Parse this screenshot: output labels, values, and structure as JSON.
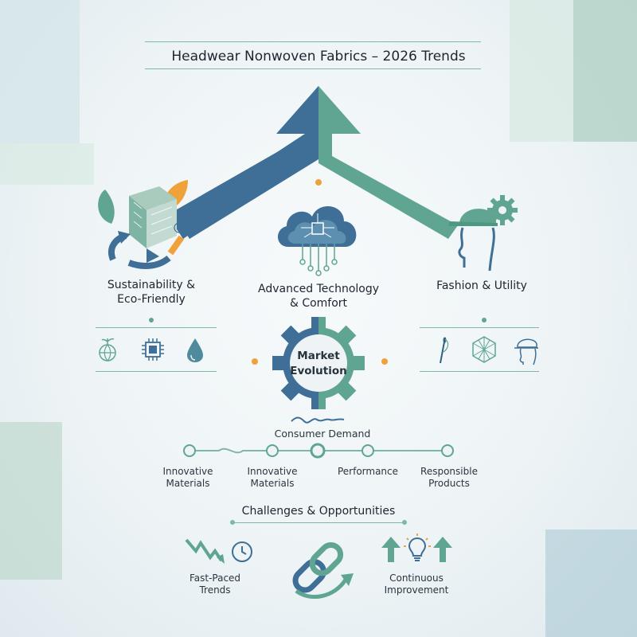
{
  "title": "Headwear Nonwoven Fabrics – 2026 Trends",
  "pillars": [
    {
      "line1": "Sustainability &",
      "line2": "Eco-Friendly"
    },
    {
      "line1": "Advanced Technology",
      "line2": "& Comfort"
    },
    {
      "line1": "Fashion & Utility",
      "line2": ""
    }
  ],
  "center": {
    "line1": "Market",
    "line2": "Evolution"
  },
  "consumer_demand": {
    "label": "Consumer Demand",
    "nodes": [
      {
        "line1": "Innovative",
        "line2": "Materials"
      },
      {
        "line1": "Innovative",
        "line2": "Materials"
      },
      {
        "line1": "Performance",
        "line2": ""
      },
      {
        "line1": "Responsible",
        "line2": "Products"
      }
    ]
  },
  "challenges": {
    "title": "Challenges & Opportunities",
    "items": [
      {
        "line1": "Fast-Paced",
        "line2": "Trends"
      },
      {
        "line1": "Continuous",
        "line2": "Improvement"
      }
    ]
  },
  "colors": {
    "blue": "#3f6f96",
    "teal": "#5fa592",
    "orange": "#f0a23a",
    "line": "#7fb8a4"
  },
  "icons": [
    "leaf-icon",
    "recycle-arrows-icon",
    "fabric-cube-icon",
    "cloud-circuit-icon",
    "head-cap-icon",
    "gear-icon",
    "globe-plant-icon",
    "chip-icon",
    "water-drop-icon",
    "needle-icon",
    "mesh-icon",
    "cap-head-icon",
    "zigzag-trend-icon",
    "clock-icon",
    "chain-link-icon",
    "lightbulb-icon",
    "up-arrow-icon"
  ]
}
